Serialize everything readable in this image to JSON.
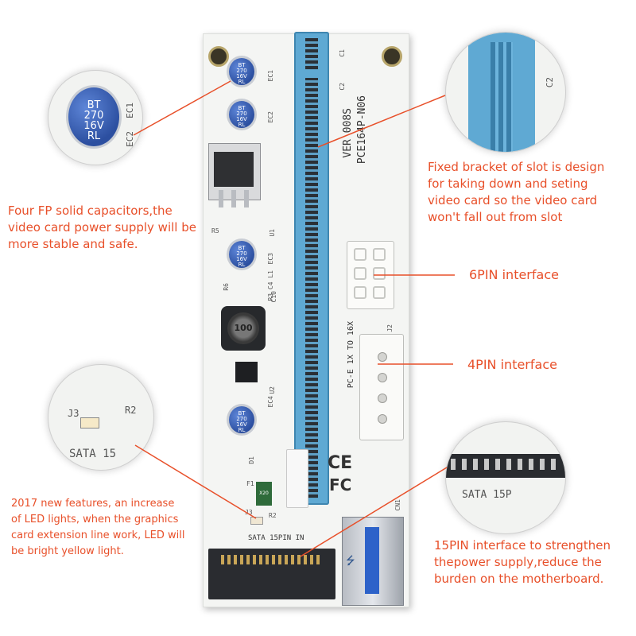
{
  "labels": {
    "capacitors": [
      "Four FP solid capacitors,the",
      "video card power supply will be",
      "more stable and safe."
    ],
    "bracket": [
      "Fixed bracket of slot is design",
      "for taking down and seting",
      "video card so the video card",
      "won't fall out from slot"
    ],
    "pin6": "6PIN interface",
    "pin4": "4PIN interface",
    "led": [
      "2017 new features, an increase",
      "of LED lights, when the graphics",
      "card extension line work, LED will",
      "be bright yellow light."
    ],
    "sata15": [
      "15PIN interface to strengthen",
      "thepower supply,reduce the",
      "burden on the motherboard."
    ]
  },
  "board_text": {
    "model": "PCE164P-N06",
    "version": "VER 008S",
    "pcie": "PC-E 1X TO 16X",
    "sata_label": "SATA 15PIN IN",
    "cap_marking": [
      "BT",
      "270",
      "16V",
      "RL"
    ],
    "inductor_marking": "100",
    "fuse_marking": "X20",
    "ce_mark": "CE",
    "fc_mark": "FC",
    "silk": {
      "ec1": "EC1",
      "ec2": "EC2",
      "ec3": "EC3",
      "ec4": "EC4",
      "c1": "C1",
      "c2": "C2",
      "c10": "C10",
      "r3c4l1": "R3 C4 L1",
      "r5": "R5",
      "r6": "R6",
      "u1": "U1",
      "u2": "U2",
      "j2": "J2",
      "d1": "D1",
      "f1": "F1",
      "j3": "J3",
      "r2": "R2",
      "cn1": "CN1"
    }
  },
  "callout_text": {
    "cap_zoom": [
      "BT",
      "270",
      "16V",
      "RL"
    ],
    "cap_silk": [
      "EC1",
      "EC2"
    ],
    "slot_silk": "C2",
    "led_silk": [
      "J3",
      "R2"
    ],
    "led_sata": "SATA 15",
    "sata_zoom": "SATA 15P"
  },
  "colors": {
    "accent": "#e8502a",
    "slot_blue": "#5fa9d3",
    "cap_blue": "#2c4fa0",
    "board": "#f4f5f3"
  }
}
